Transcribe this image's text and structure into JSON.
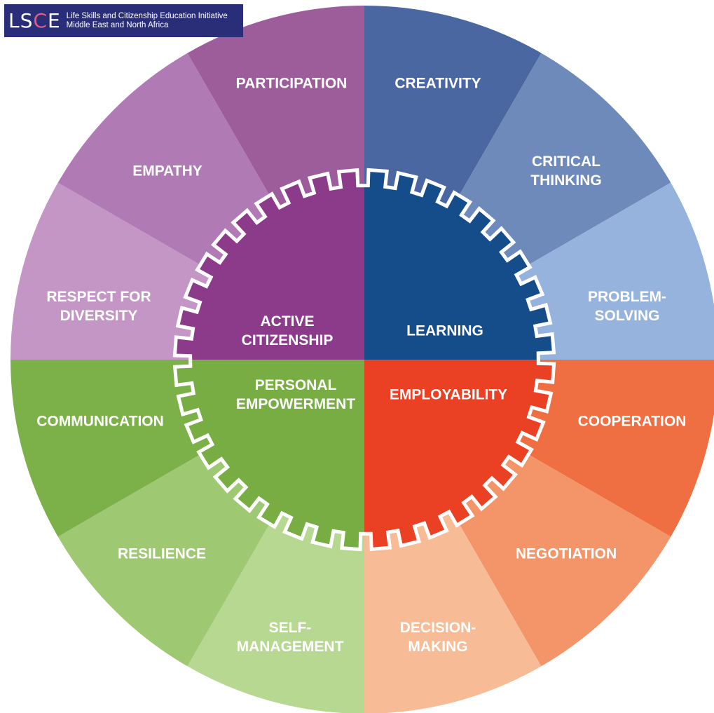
{
  "logo": {
    "mark_left": "LS",
    "mark_mid": "C",
    "mark_right": "E",
    "line1": "Life Skills and Citizenship Education Initiative",
    "line2": "Middle East and North Africa"
  },
  "core": [
    {
      "id": "core-active-citizenship",
      "lines": [
        "ACTIVE",
        "CITIZENSHIP"
      ],
      "color": "#8c3b8a"
    },
    {
      "id": "core-learning",
      "lines": [
        "LEARNING"
      ],
      "color": "#154c8a"
    },
    {
      "id": "core-employability",
      "lines": [
        "EMPLOYABILITY"
      ],
      "color": "#ea4125"
    },
    {
      "id": "core-personal-empowerment",
      "lines": [
        "PERSONAL",
        "EMPOWERMENT"
      ],
      "color": "#77ad42"
    }
  ],
  "skills": [
    {
      "id": "skill-creativity",
      "lines": [
        "CREATIVITY"
      ],
      "color": "#4a67a1"
    },
    {
      "id": "skill-critical-thinking",
      "lines": [
        "CRITICAL",
        "THINKING"
      ],
      "color": "#6d8abb"
    },
    {
      "id": "skill-problem-solving",
      "lines": [
        "PROBLEM-",
        "SOLVING"
      ],
      "color": "#95b3dd"
    },
    {
      "id": "skill-cooperation",
      "lines": [
        "COOPERATION"
      ],
      "color": "#ef6f43"
    },
    {
      "id": "skill-negotiation",
      "lines": [
        "NEGOTIATION"
      ],
      "color": "#f49569"
    },
    {
      "id": "skill-decision-making",
      "lines": [
        "DECISION-",
        "MAKING"
      ],
      "color": "#f7bb95"
    },
    {
      "id": "skill-self-management",
      "lines": [
        "SELF-",
        "MANAGEMENT"
      ],
      "color": "#b7d891"
    },
    {
      "id": "skill-resilience",
      "lines": [
        "RESILIENCE"
      ],
      "color": "#9ec872"
    },
    {
      "id": "skill-communication",
      "lines": [
        "COMMUNICATION"
      ],
      "color": "#7cb14a"
    },
    {
      "id": "skill-respect-for-diversity",
      "lines": [
        "RESPECT FOR",
        "DIVERSITY"
      ],
      "color": "#c396c5"
    },
    {
      "id": "skill-empathy",
      "lines": [
        "EMPATHY"
      ],
      "color": "#b07bb4"
    },
    {
      "id": "skill-participation",
      "lines": [
        "PARTICIPATION"
      ],
      "color": "#9d5c9a"
    }
  ]
}
